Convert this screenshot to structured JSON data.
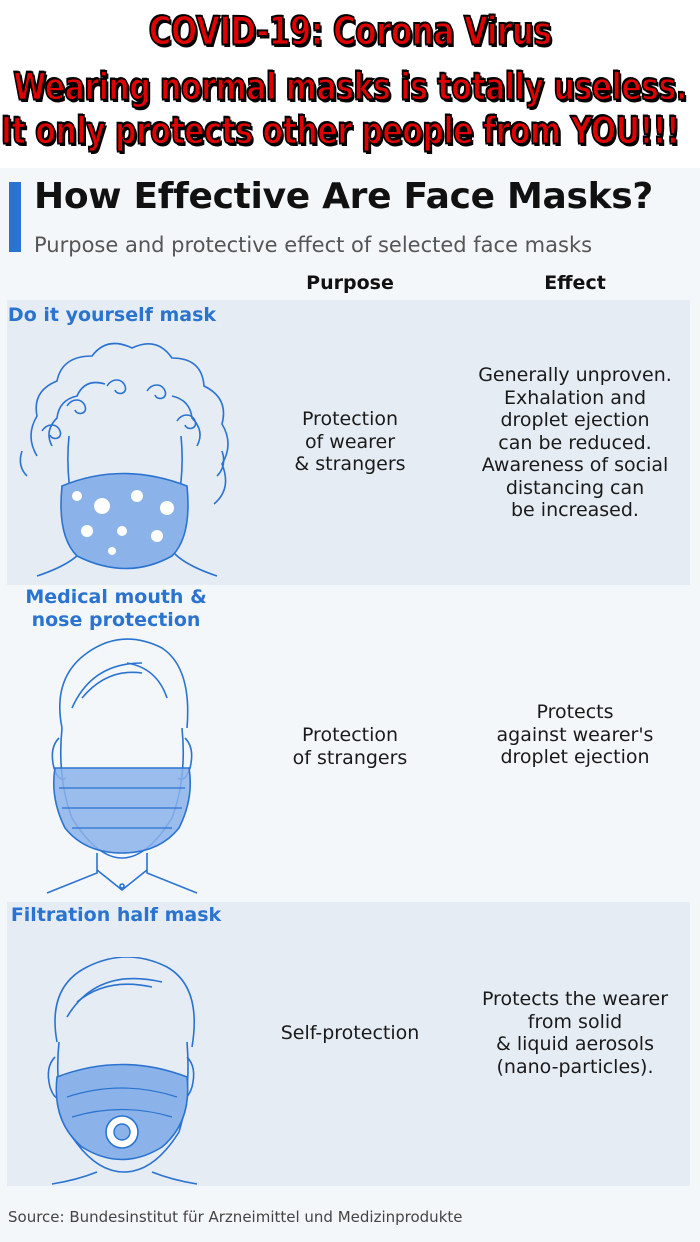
{
  "banner": {
    "line1": "COVID-19: Corona Virus",
    "line2": "Wearing normal masks is totally useless.",
    "line3": "It only protects other people from YOU!!!"
  },
  "infographic": {
    "title": "How Effective Are Face Masks?",
    "subtitle": "Purpose and protective effect of selected face masks",
    "columns": {
      "purpose": "Purpose",
      "effect": "Effect"
    },
    "rows": [
      {
        "name": "Do it yourself mask",
        "purpose": "Protection\nof wearer\n& strangers",
        "effect": "Generally unproven.\nExhalation and\ndroplet ejection\ncan be reduced.\nAwareness of social\ndistancing can\nbe increased."
      },
      {
        "name": "Medical mouth\n& nose protection",
        "purpose": "Protection\nof strangers",
        "effect": "Protects\nagainst wearer's\ndroplet ejection"
      },
      {
        "name": "Filtration\nhalf mask",
        "purpose": "Self-protection",
        "effect": "Protects the wearer\nfrom solid\n& liquid aerosols\n(nano-particles)."
      }
    ],
    "source": "Source: Bundesinstitut für Arzneimittel und Medizinprodukte"
  },
  "colors": {
    "banner_text": "#e00000",
    "accent_blue": "#2a73d0",
    "row_band": "#e6ecf4",
    "background": "#f4f7fa"
  }
}
